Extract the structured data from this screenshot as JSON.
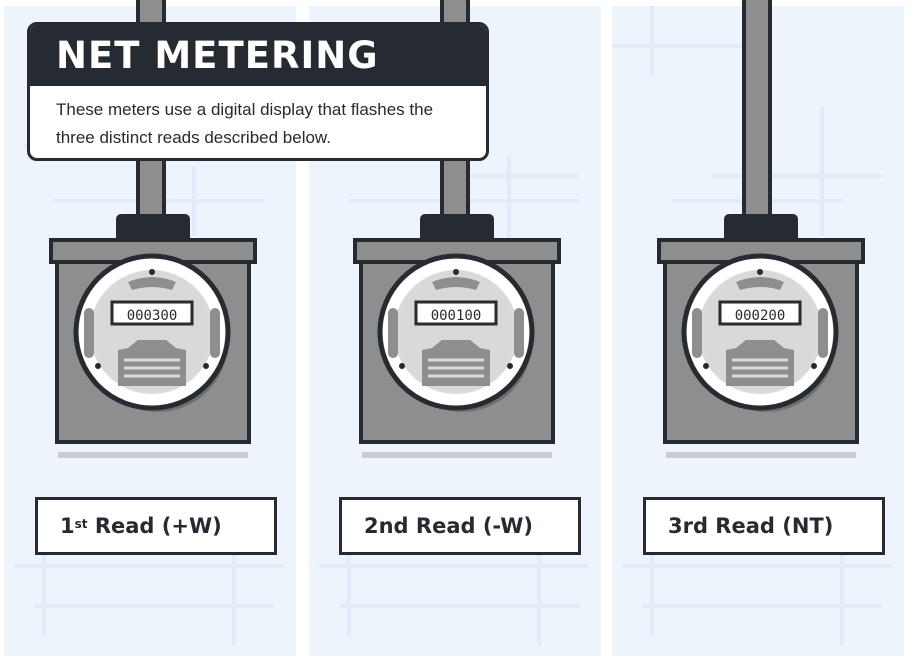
{
  "header": {
    "title": "NET METERING",
    "description": "These meters use a digital display that flashes the three distinct reads described below."
  },
  "meters": [
    {
      "display": "000300",
      "read_main": "1",
      "read_sup": "st",
      "read_rest": " Read (+W)"
    },
    {
      "display": "000100",
      "read_main": "2nd Read (-W)",
      "read_sup": "",
      "read_rest": ""
    },
    {
      "display": "000200",
      "read_main": "3rd Read (NT)",
      "read_sup": "",
      "read_rest": ""
    }
  ],
  "colors": {
    "panel_bg": "#eef4fc",
    "outline": "#262a31",
    "meter_gray": "#8e8e8e",
    "light_gray": "#d9d9d9"
  }
}
